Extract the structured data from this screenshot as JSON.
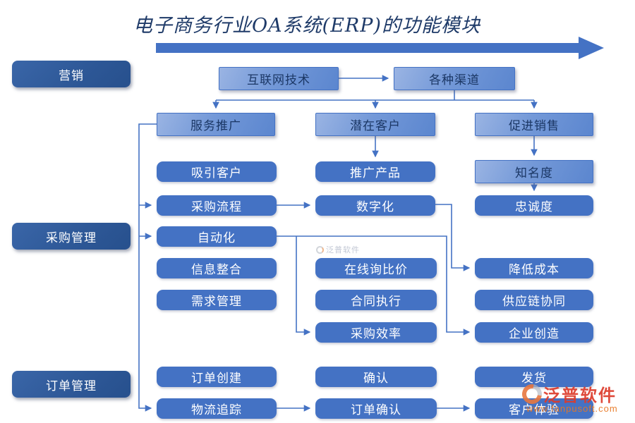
{
  "title": "电子商务行业OA系统(ERP)的功能模块",
  "sidebar": {
    "marketing": "营销",
    "procurement": "采购管理",
    "orders": "订单管理"
  },
  "nodes": {
    "internet_tech": "互联网技术",
    "channels": "各种渠道",
    "service_promotion": "服务推广",
    "potential_customers": "潜在客户",
    "sales_promotion": "促进销售",
    "attract_customers": "吸引客户",
    "promote_products": "推广产品",
    "awareness": "知名度",
    "procurement_process": "采购流程",
    "digitalization": "数字化",
    "loyalty": "忠诚度",
    "automation": "自动化",
    "info_integration": "信息整合",
    "online_inquiry": "在线询比价",
    "cost_reduction": "降低成本",
    "demand_management": "需求管理",
    "contract_execution": "合同执行",
    "supply_chain_collab": "供应链协同",
    "procurement_efficiency": "采购效率",
    "enterprise_creation": "企业创造",
    "order_creation": "订单创建",
    "confirmation": "确认",
    "shipping": "发货",
    "logistics_tracking": "物流追踪",
    "order_confirmation": "订单确认",
    "customer_experience": "客户体验"
  },
  "edges": [
    {
      "from": "internet_tech",
      "to": "channels"
    },
    {
      "from": "channels",
      "to": "service_promotion"
    },
    {
      "from": "channels",
      "to": "potential_customers"
    },
    {
      "from": "channels",
      "to": "sales_promotion"
    },
    {
      "from": "potential_customers",
      "to": "promote_products"
    },
    {
      "from": "sales_promotion",
      "to": "awareness"
    },
    {
      "from": "awareness",
      "to": "loyalty"
    },
    {
      "from": "service_promotion",
      "to": "procurement_process"
    },
    {
      "from": "service_promotion",
      "to": "automation"
    },
    {
      "from": "service_promotion",
      "to": "logistics_tracking"
    },
    {
      "from": "procurement_process",
      "to": "digitalization"
    },
    {
      "from": "digitalization",
      "to": "cost_reduction"
    },
    {
      "from": "automation",
      "to": "procurement_efficiency"
    },
    {
      "from": "automation",
      "to": "enterprise_creation"
    },
    {
      "from": "logistics_tracking",
      "to": "order_confirmation"
    },
    {
      "from": "order_confirmation",
      "to": "customer_experience"
    }
  ],
  "watermark": {
    "brand": "泛普软件",
    "url": "www.fanpusoft.com",
    "center_brand": "泛普软件"
  },
  "colors": {
    "node_fill": "#4472C4",
    "gradient_light": "#9AB4E3",
    "gradient_dark": "#5B86CF",
    "sidebar_fill": "#2D5796",
    "connector": "#4472C4",
    "title_text": "#1E3A68",
    "watermark_red": "#DD3B2B",
    "watermark_orange": "#E87722"
  }
}
